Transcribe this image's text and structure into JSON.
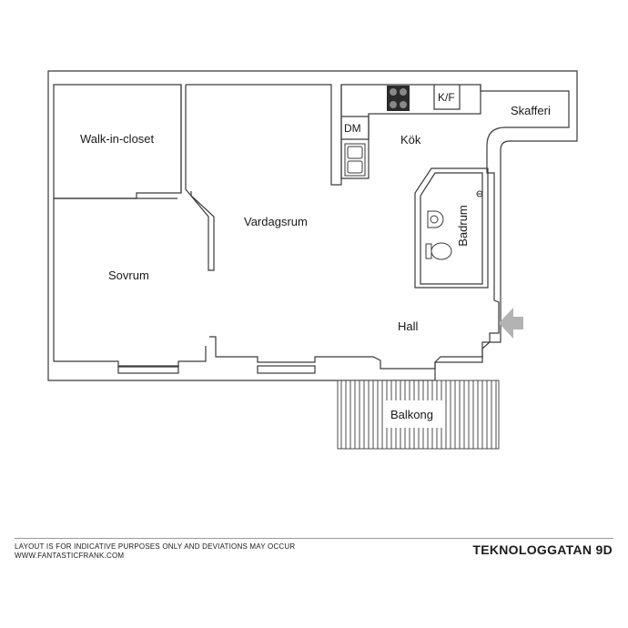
{
  "rooms": {
    "walk_in_closet": "Walk-in-closet",
    "vardagsrum": "Vardagsrum",
    "sovrum": "Sovrum",
    "kok": "Kök",
    "hall": "Hall",
    "badrum": "Badrum",
    "skafferi": "Skafferi",
    "balkong": "Balkong"
  },
  "fixtures": {
    "dishwasher": "DM",
    "fridge_freezer": "K/F"
  },
  "icons": {
    "entrance": "entrance-arrow-icon",
    "stove": "stove-icon",
    "sink": "kitchen-sink-icon",
    "washbasin": "washbasin-icon",
    "toilet": "toilet-icon",
    "shower": "shower-icon"
  },
  "colors": {
    "wall": "#ffffff",
    "outline": "#3a3a3a",
    "entrance_arrow": "#b3b3b3",
    "stove": "#2b2b2b"
  },
  "footer": {
    "disclaimer": "LAYOUT IS FOR INDICATIVE PURPOSES ONLY AND DEVIATIONS MAY OCCUR",
    "website": "WWW.FANTASTICFRANK.COM",
    "address": "TEKNOLOGGATAN 9D"
  }
}
